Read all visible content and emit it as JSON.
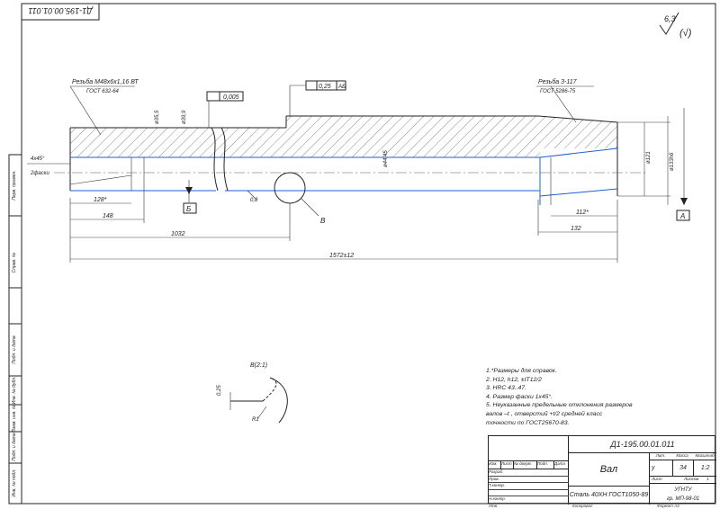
{
  "drawing": {
    "stamp_rotated": "Д1-195.00.01.011",
    "roughness": "6,3",
    "roughness_suffix": "(√)",
    "thread_left": "Резьба M48x6x1,16 ВТ",
    "thread_left_std": "ГОСТ 632-64",
    "thread_right": "Резьба 3-117",
    "thread_right_std": "ГОСТ 5286-75",
    "tol_parallel": "0,005",
    "tol_runout": "0,25",
    "tol_runout_base": "АБ",
    "dia_left_1": "ø35,5",
    "dia_left_2": "ø39,9",
    "dia_center": "ø44,45",
    "dia_right_1": "ø121",
    "dia_right_2": "ø133h6",
    "left_note_1": "4х45°",
    "left_note_2": "2фаски",
    "dim_128": "128*",
    "dim_148": "148",
    "dim_1032": "1032",
    "dim_total": "1572±12",
    "dim_112": "112*",
    "dim_132": "132",
    "dim_08": "0,8",
    "base_A": "А",
    "base_B": "Б",
    "view_B": "В",
    "detail_scale": "В(2:1)",
    "detail_025": "0,25",
    "detail_r": "R1"
  },
  "notes": [
    "1.*Размеры для справок.",
    "2. H12, h12, ±IT12/2",
    "3. HRC 43..47.",
    "4. Размер фаски 1х45°.",
    "5. Неуказанные предельные отклонения размеров",
    "    валов –t , отверстий +t/2 средней класс",
    "    точности по ГОСТ25670-83."
  ],
  "title_block": {
    "doc_number": "Д1-195.00.01.011",
    "part_name": "Вал",
    "material": "Сталь 40ХН ГОСТ1050-89",
    "lit_header": "Лит.",
    "mass_header": "Масса",
    "scale_header": "Масштаб",
    "lit_value": "у",
    "mass_value": "34",
    "scale_value": "1:2",
    "sheet_label": "Лист",
    "sheets_label": "Листов",
    "sheets_value": "1",
    "org_1": "УГНТУ",
    "org_2": "гр. МП-98-01",
    "rows": [
      "Изм.",
      "Лист",
      "№ докум.",
      "Подп.",
      "Дата"
    ],
    "roles": [
      "Разраб.",
      "Пров.",
      "Т.контр.",
      "",
      "Н.контр.",
      "Утв."
    ],
    "copied": "Копировал",
    "format": "Формат А3"
  },
  "side_labels": [
    "Перв. примен.",
    "Справ. №",
    "Подп. и дата",
    "Инв. № дубл.",
    "Взам. инв. №",
    "Подп. и дата",
    "Инв. № подл."
  ]
}
